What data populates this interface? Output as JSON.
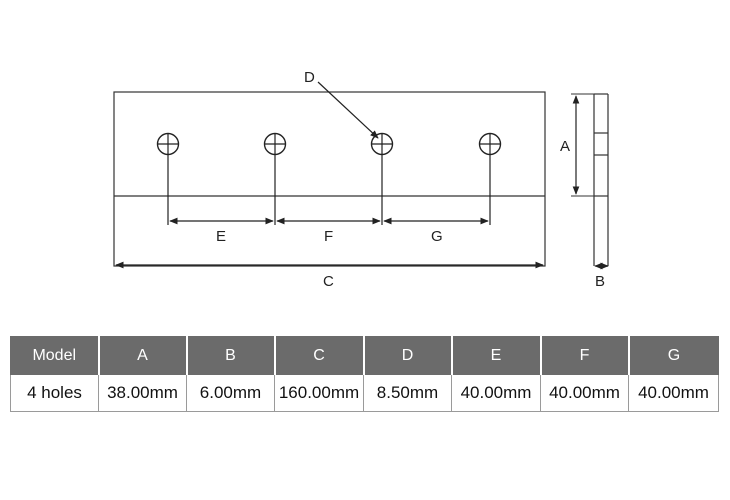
{
  "drawing": {
    "labels": {
      "a": "A",
      "b": "B",
      "c": "C",
      "d": "D",
      "e": "E",
      "f": "F",
      "g": "G"
    }
  },
  "table": {
    "headers": [
      "Model",
      "A",
      "B",
      "C",
      "D",
      "E",
      "F",
      "G"
    ],
    "rows": [
      [
        "4 holes",
        "38.00mm",
        "6.00mm",
        "160.00mm",
        "8.50mm",
        "40.00mm",
        "40.00mm",
        "40.00mm"
      ]
    ]
  }
}
